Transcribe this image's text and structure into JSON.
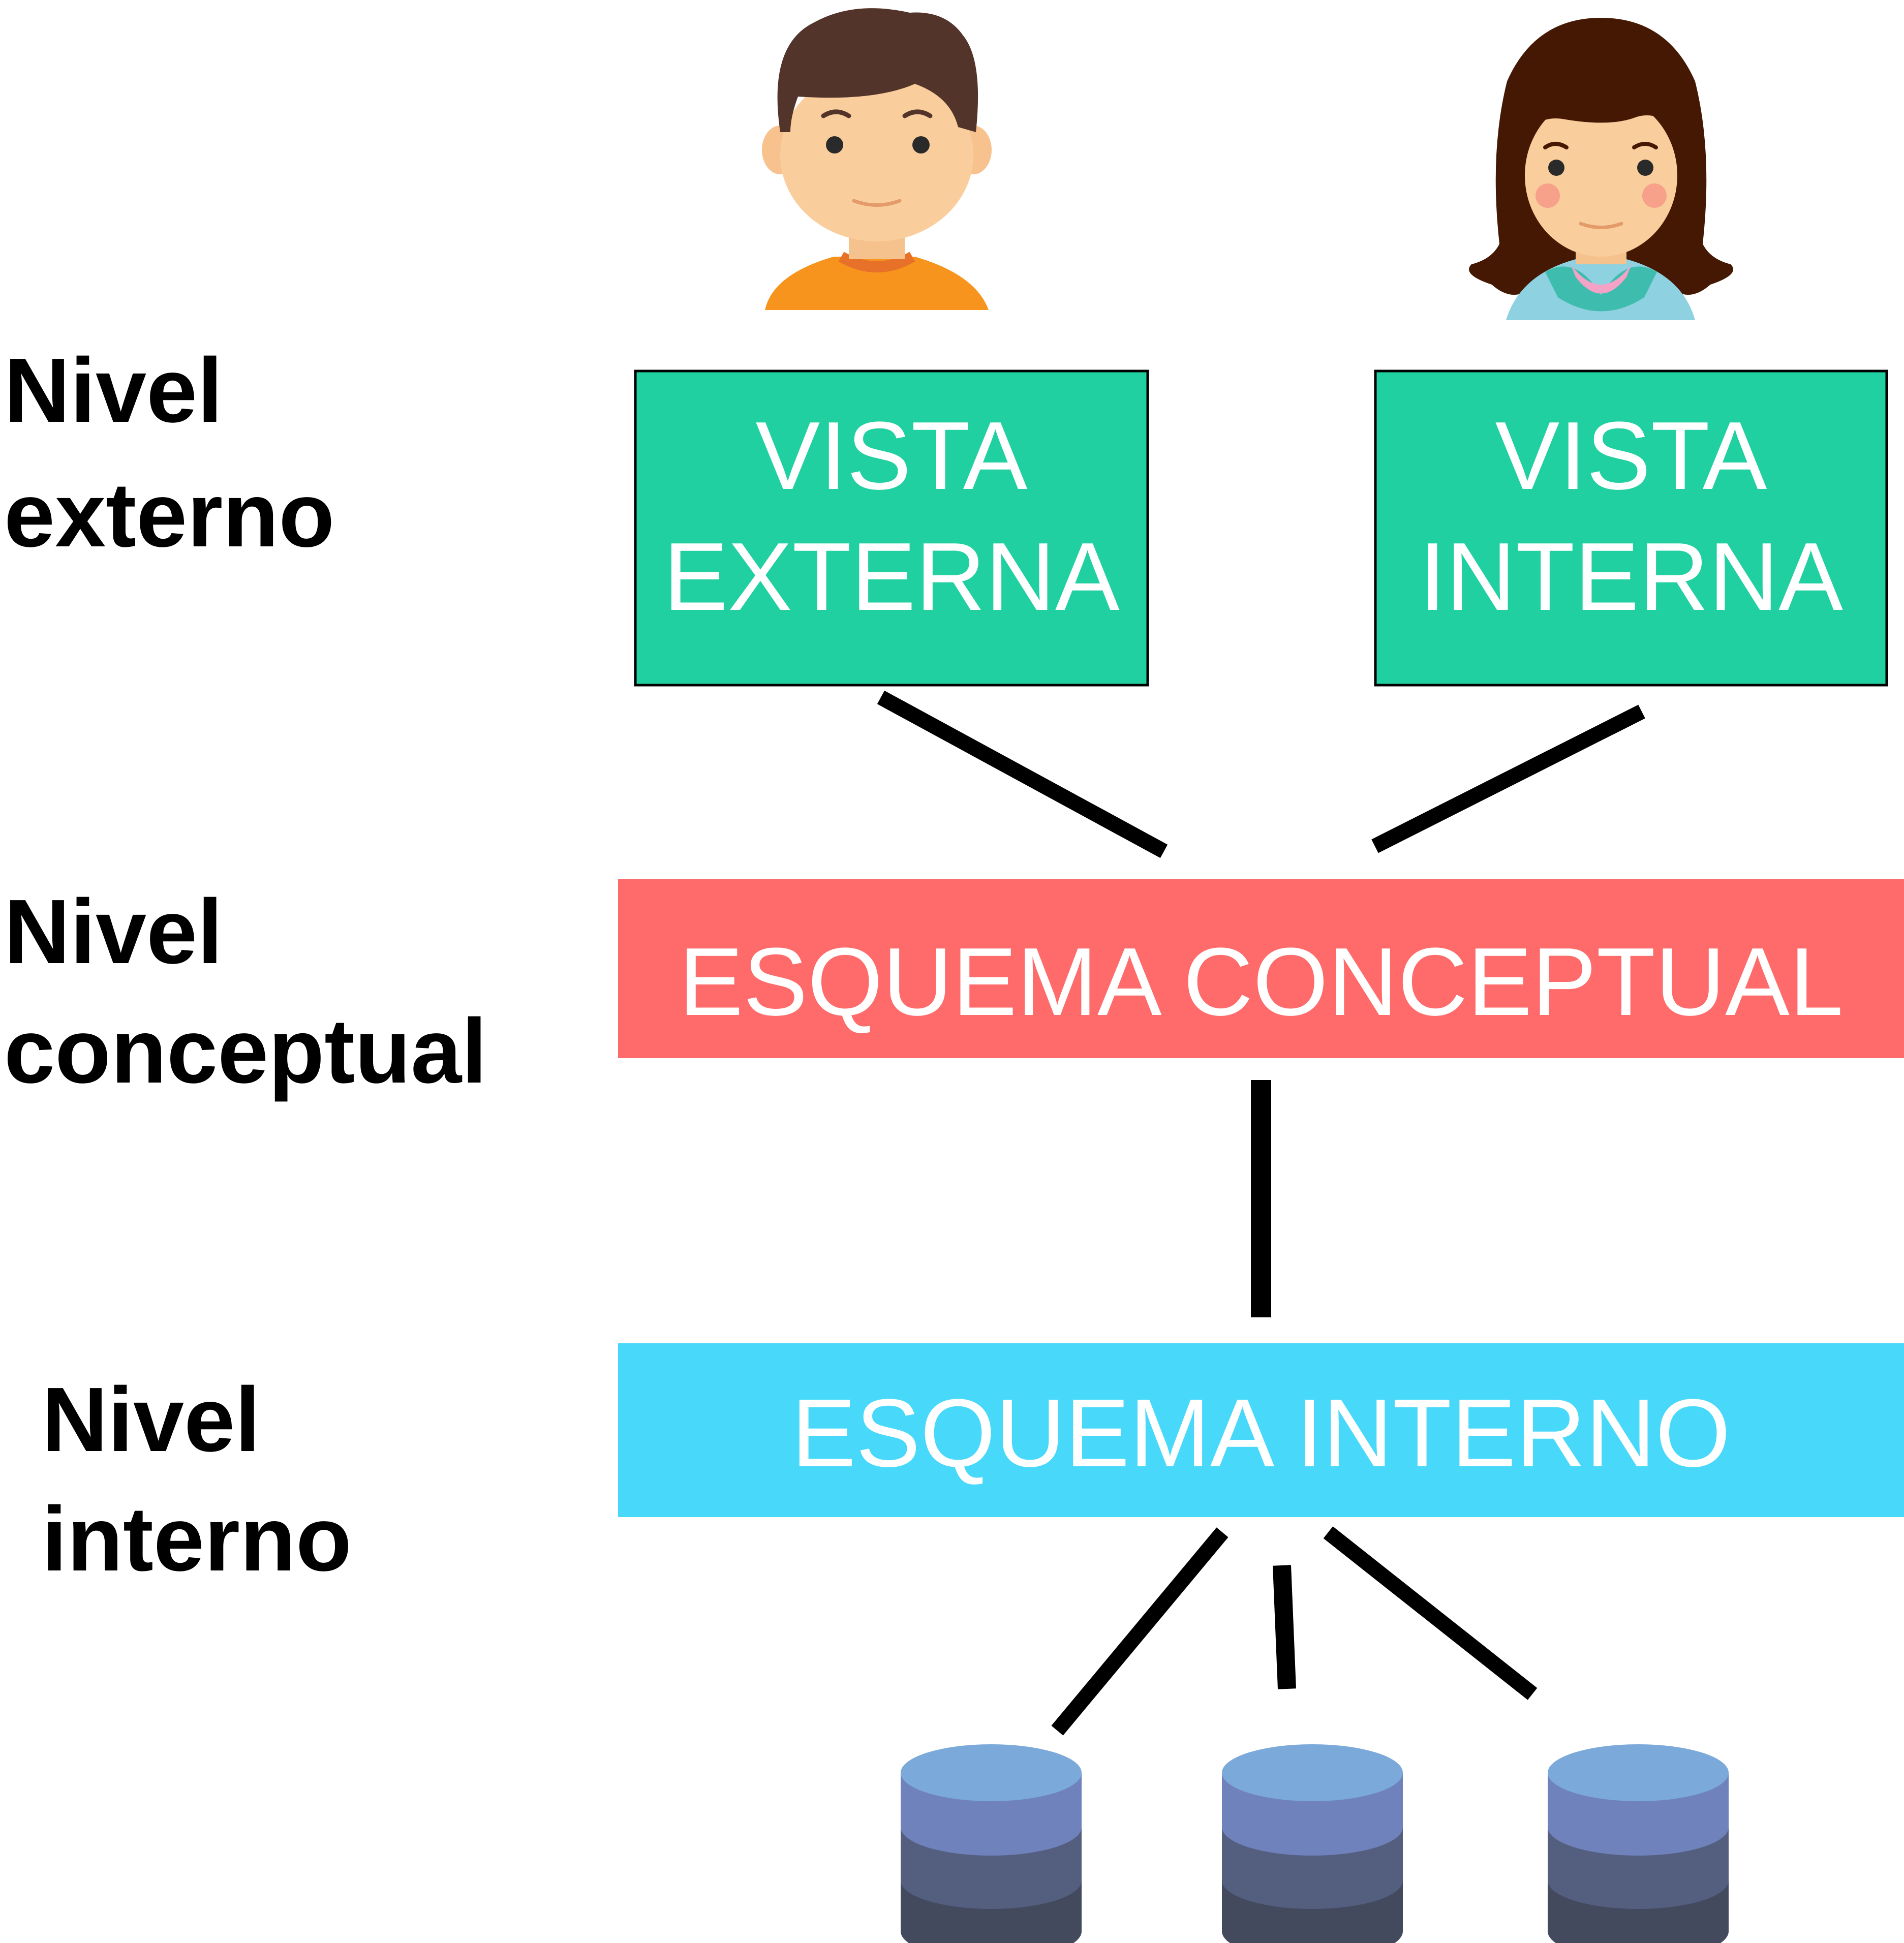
{
  "levels": {
    "external": {
      "line1": "Nivel",
      "line2": "externo"
    },
    "conceptual": {
      "line1": "Nivel",
      "line2": "conceptual"
    },
    "internal": {
      "line1": "Nivel",
      "line2": "interno"
    }
  },
  "boxes": {
    "vista_externa": {
      "line1": "VISTA",
      "line2": "EXTERNA",
      "color": "#21D0A0"
    },
    "vista_interna": {
      "line1": "VISTA",
      "line2": "INTERNA",
      "color": "#21D0A0"
    },
    "esquema_conceptual": {
      "label": "ESQUEMA CONCEPTUAL",
      "color": "#FF6B6B"
    },
    "esquema_interno": {
      "label": "ESQUEMA INTERNO",
      "color": "#48D9FA"
    }
  },
  "icons": {
    "user_male": "male-user-avatar",
    "user_female": "female-user-avatar",
    "database": "database-cylinder"
  }
}
